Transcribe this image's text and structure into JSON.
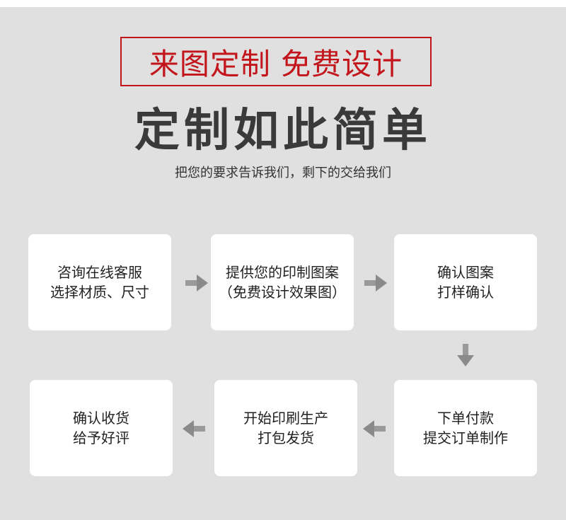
{
  "banner": {
    "text": "来图定制 免费设计"
  },
  "title": "定制如此简单",
  "subtitle": "把您的要求告诉我们，剩下的交给我们",
  "steps": [
    {
      "line1": "咨询在线客服",
      "line2": "选择材质、尺寸"
    },
    {
      "line1": "提供您的印制图案",
      "line2": "（免费设计效果图）"
    },
    {
      "line1": "确认图案",
      "line2": "打样确认"
    },
    {
      "line1": "下单付款",
      "line2": "提交订单制作"
    },
    {
      "line1": "开始印刷生产",
      "line2": "打包发货"
    },
    {
      "line1": "确认收货",
      "line2": "给予好评"
    }
  ],
  "colors": {
    "accent": "#c3161c",
    "background": "#e0e0e0",
    "card": "#ffffff",
    "arrow": "#8a8a8a"
  },
  "icons": {
    "arrow_right": "arrow-right-icon",
    "arrow_left": "arrow-left-icon",
    "arrow_down": "arrow-down-icon"
  }
}
